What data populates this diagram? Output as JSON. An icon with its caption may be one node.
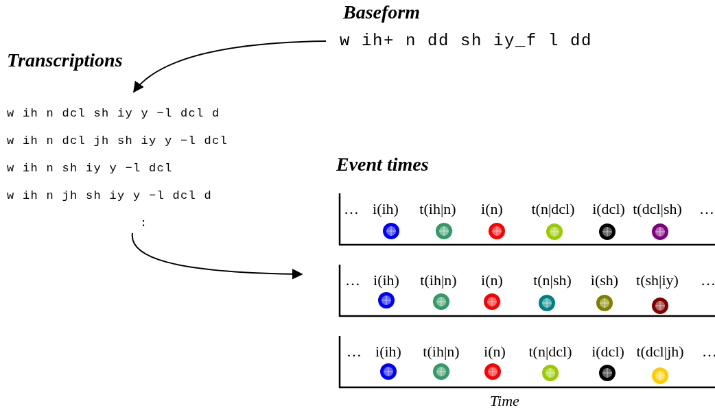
{
  "diagram": {
    "nodes": [
      {
        "text": [
          "w ih+ n dd sh iy_f l dd"
        ]
      },
      {
        "text": [
          "w ih n dcl sh iy y −l dcl d",
          "w ih n dcl jh sh iy y −l dcl",
          "w ih n sh iy y −l dcl",
          "w ih n jh sh iy y −l dcl d",
          ":"
        ]
      },
      {
        "text": [
          "…",
          "i(ih)",
          "t(ih|n)",
          "i(n)",
          "t(n|dcl)",
          "i(dcl)",
          "t(dcl|sh)",
          "…"
        ]
      },
      {
        "text": [
          "…",
          "i(ih)",
          "t(ih|n)",
          "i(n)",
          "t(n|sh)",
          "i(sh)",
          "t(sh|iy)",
          "…"
        ]
      },
      {
        "text": [
          "…",
          "i(ih)",
          "t(ih|n)",
          "i(n)",
          "t(n|dcl)",
          "i(dcl)",
          "t(dcl|jh)",
          "…"
        ]
      }
    ],
    "edges": [
      {
        "from": 0,
        "to": 1,
        "arrow": "to"
      },
      {
        "from": 1,
        "to": 3,
        "arrow": "to"
      }
    ],
    "labels": [
      "Baseform",
      "Transcriptions",
      "Event times",
      "Time"
    ]
  }
}
